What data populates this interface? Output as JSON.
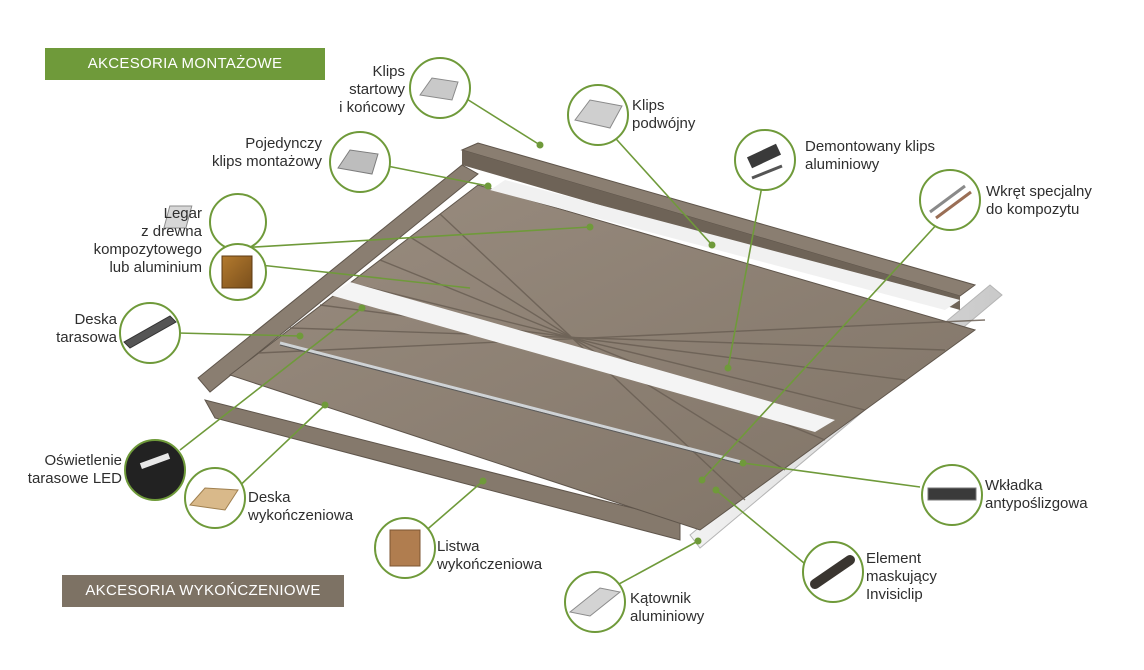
{
  "sections": {
    "mounting_accessories": "AKCESORIA MONTAŻOWE",
    "finishing_accessories": "AKCESORIA WYKOŃCZENIOWE"
  },
  "labels": {
    "start_end_clip": "Klips\nstartowy\ni końcowy",
    "double_clip": "Klips\npodwójny",
    "aluminium_clip": "Demontowany klips\naluminiowy",
    "special_screw": "Wkręt specjalny\ndo kompozytu",
    "single_clip": "Pojedynczy\nklips montażowy",
    "joist": "Legar\nz drewna\nkompozytowego\nlub aluminium",
    "deck_board": "Deska\ntarasowa",
    "led_lighting": "Oświetlenie\ntarasowe LED",
    "finishing_board": "Deska\nwykończeniowa",
    "finishing_strip": "Listwa\nwykończeniowa",
    "anti_slip_insert": "Wkładka\nantypoślizgowa",
    "masking_element": "Element\nmaskujący\nInvisiclip",
    "aluminium_angle": "Kątownik\naluminiowy"
  },
  "colors": {
    "accent_green": "#6f9a3a",
    "accent_brown": "#7d7264",
    "board": "#8f8275",
    "board_dark": "#6b5f53"
  }
}
